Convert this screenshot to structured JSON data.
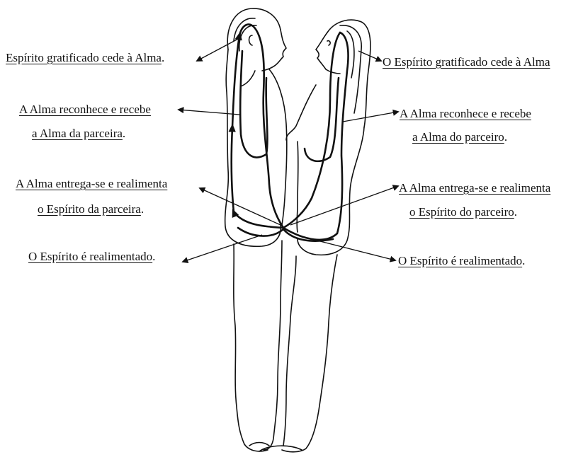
{
  "labels": {
    "left": {
      "spirit_gratified": "Espírito gratificado cede à Alma",
      "soul_recognizes_1": "A Alma reconhece e recebe",
      "soul_recognizes_2": "a Alma da parceira",
      "soul_gives_1": "A Alma entrega-se e realimenta",
      "soul_gives_2": "o Espírito da parceira",
      "spirit_fed": "O Espírito é realimentado"
    },
    "right": {
      "spirit_gratified": "O Espírito gratificado cede à Alma",
      "soul_recognizes_1": "A Alma reconhece e recebe",
      "soul_recognizes_2": "a Alma do parceiro",
      "soul_gives_1": "A Alma entrega-se e realimenta",
      "soul_gives_2": "o Espírito do parceiro",
      "spirit_fed": "O Espírito é realimentado"
    },
    "period": "."
  },
  "colors": {
    "ink": "#111111",
    "background": "#ffffff"
  }
}
